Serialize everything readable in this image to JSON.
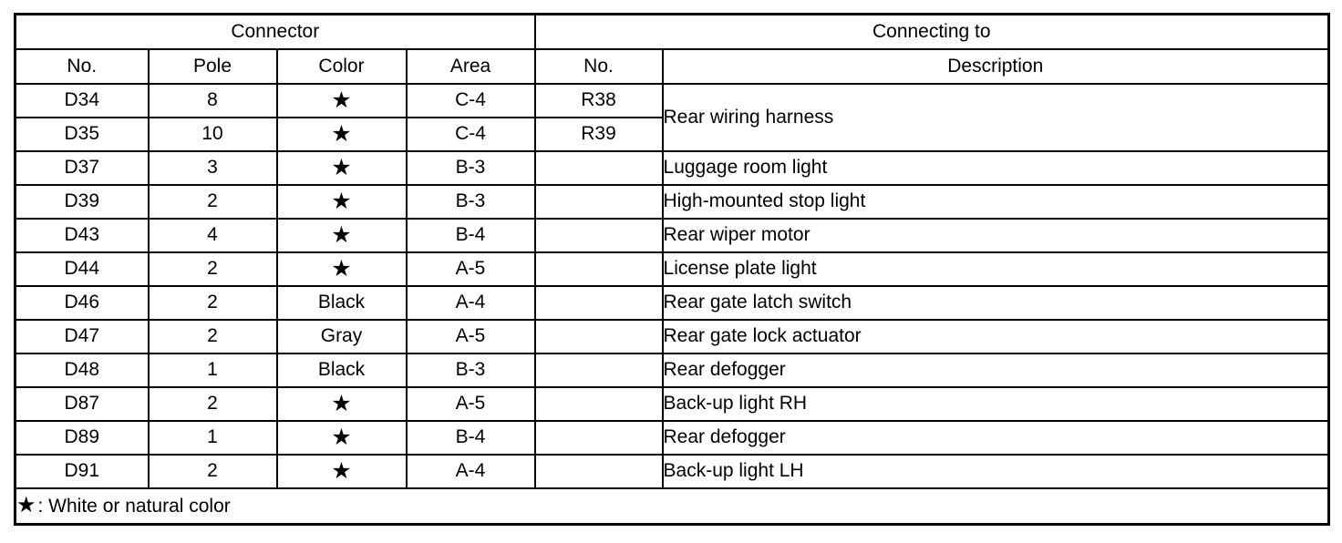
{
  "table": {
    "groups": [
      {
        "label": "Connector",
        "colspan": 4
      },
      {
        "label": "Connecting to",
        "colspan": 2
      }
    ],
    "columns": [
      {
        "key": "no",
        "label": "No."
      },
      {
        "key": "pole",
        "label": "Pole"
      },
      {
        "key": "color",
        "label": "Color"
      },
      {
        "key": "area",
        "label": "Area"
      },
      {
        "key": "rno",
        "label": "No."
      },
      {
        "key": "desc",
        "label": "Description"
      }
    ],
    "rows": [
      {
        "no": "D34",
        "pole": "8",
        "color": "star",
        "area": "C-4",
        "rno": "R38",
        "desc": "Rear wiring harness",
        "desc_rowspan": 2
      },
      {
        "no": "D35",
        "pole": "10",
        "color": "star",
        "area": "C-4",
        "rno": "R39",
        "desc": null,
        "desc_merged": true
      },
      {
        "no": "D37",
        "pole": "3",
        "color": "star",
        "area": "B-3",
        "rno": "",
        "desc": "Luggage room light"
      },
      {
        "no": "D39",
        "pole": "2",
        "color": "star",
        "area": "B-3",
        "rno": "",
        "desc": "High-mounted stop light"
      },
      {
        "no": "D43",
        "pole": "4",
        "color": "star",
        "area": "B-4",
        "rno": "",
        "desc": "Rear wiper motor"
      },
      {
        "no": "D44",
        "pole": "2",
        "color": "star",
        "area": "A-5",
        "rno": "",
        "desc": "License plate light"
      },
      {
        "no": "D46",
        "pole": "2",
        "color": "Black",
        "area": "A-4",
        "rno": "",
        "desc": "Rear gate latch switch"
      },
      {
        "no": "D47",
        "pole": "2",
        "color": "Gray",
        "area": "A-5",
        "rno": "",
        "desc": "Rear gate lock actuator"
      },
      {
        "no": "D48",
        "pole": "1",
        "color": "Black",
        "area": "B-3",
        "rno": "",
        "desc": "Rear defogger"
      },
      {
        "no": "D87",
        "pole": "2",
        "color": "star",
        "area": "A-5",
        "rno": "",
        "desc": "Back-up light RH"
      },
      {
        "no": "D89",
        "pole": "1",
        "color": "star",
        "area": "B-4",
        "rno": "",
        "desc": "Rear defogger"
      },
      {
        "no": "D91",
        "pole": "2",
        "color": "star",
        "area": "A-4",
        "rno": "",
        "desc": "Back-up light LH"
      }
    ],
    "footnote": {
      "symbol": "★",
      "text": ": White or natural color"
    },
    "symbols": {
      "star": "★"
    },
    "colors": {
      "ink": "#000000",
      "paper": "#ffffff"
    }
  }
}
